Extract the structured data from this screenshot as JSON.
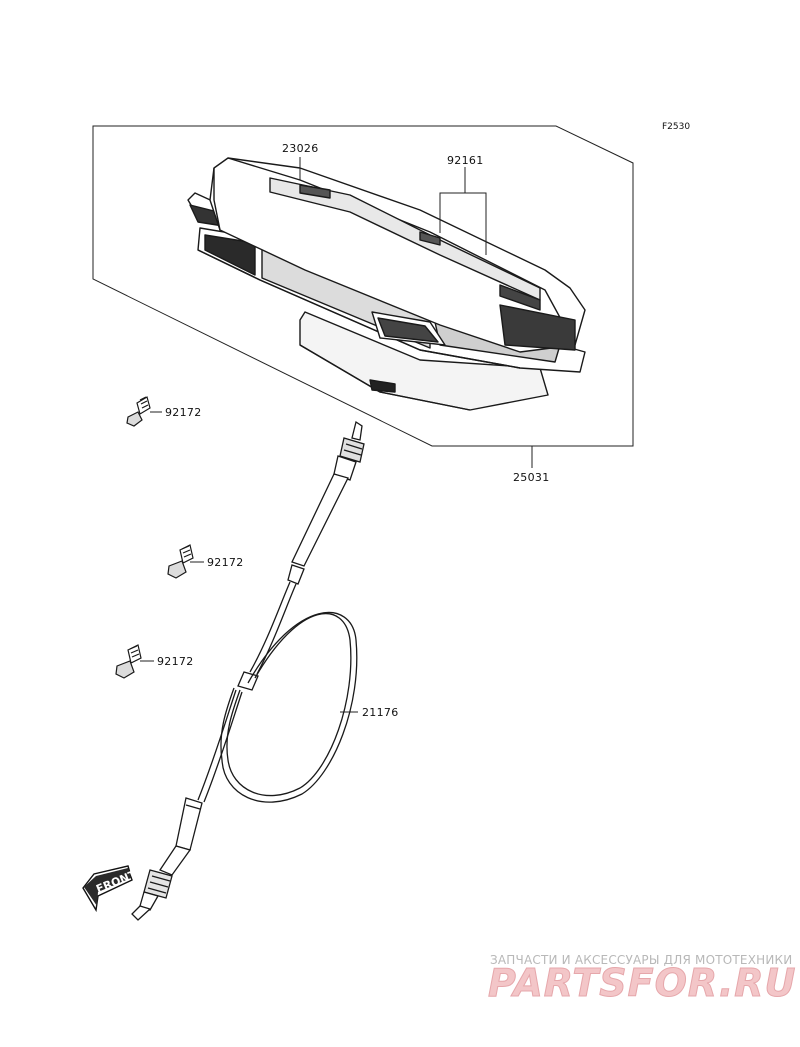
{
  "figure_code": "F2530",
  "callouts": {
    "meter_assy": "25031",
    "meter_cover": "23026",
    "bulb": "92161",
    "screw_1": "92172",
    "screw_2": "92172",
    "screw_3": "92172",
    "cable": "21176"
  },
  "front_arrow_label": "FRONT",
  "watermark": {
    "tagline": "ЗАПЧАСТИ И АКСЕССУАРЫ ДЛЯ МОТОТЕХНИКИ",
    "logo": "PARTSFOR.RU"
  },
  "colors": {
    "line": "#1a1a1a",
    "watermark_logo": "#f3c6c8",
    "watermark_text": "#b8b8b8"
  }
}
